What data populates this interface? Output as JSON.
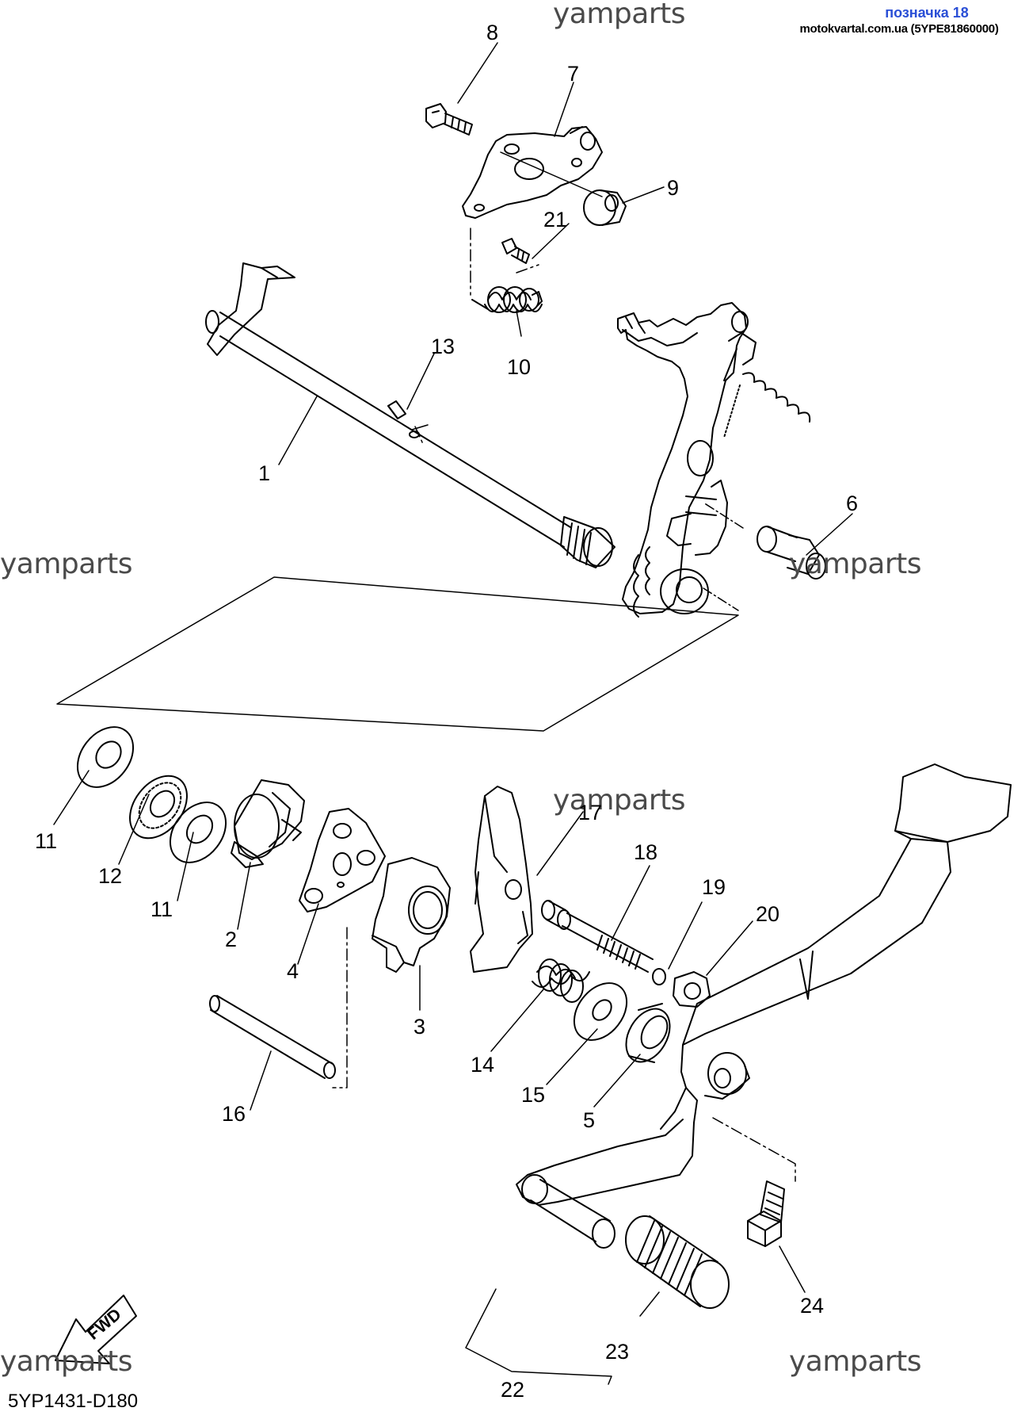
{
  "header": {
    "title": "позначка 18",
    "title_color": "#2a4fd6",
    "subtitle": "motokvartal.com.ua (5YPE81860000)"
  },
  "watermark": "yamparts",
  "diagram_code": "5YP1431-D180",
  "fwd_label": "FWD",
  "callouts": {
    "c1": "1",
    "c2": "2",
    "c3": "3",
    "c4": "4",
    "c5": "5",
    "c6": "6",
    "c7": "7",
    "c8": "8",
    "c9": "9",
    "c10": "10",
    "c11a": "11",
    "c11b": "11",
    "c12": "12",
    "c13": "13",
    "c14": "14",
    "c15": "15",
    "c16": "16",
    "c17": "17",
    "c18": "18",
    "c19": "19",
    "c20": "20",
    "c21": "21",
    "c22": "22",
    "c23": "23",
    "c24": "24"
  }
}
